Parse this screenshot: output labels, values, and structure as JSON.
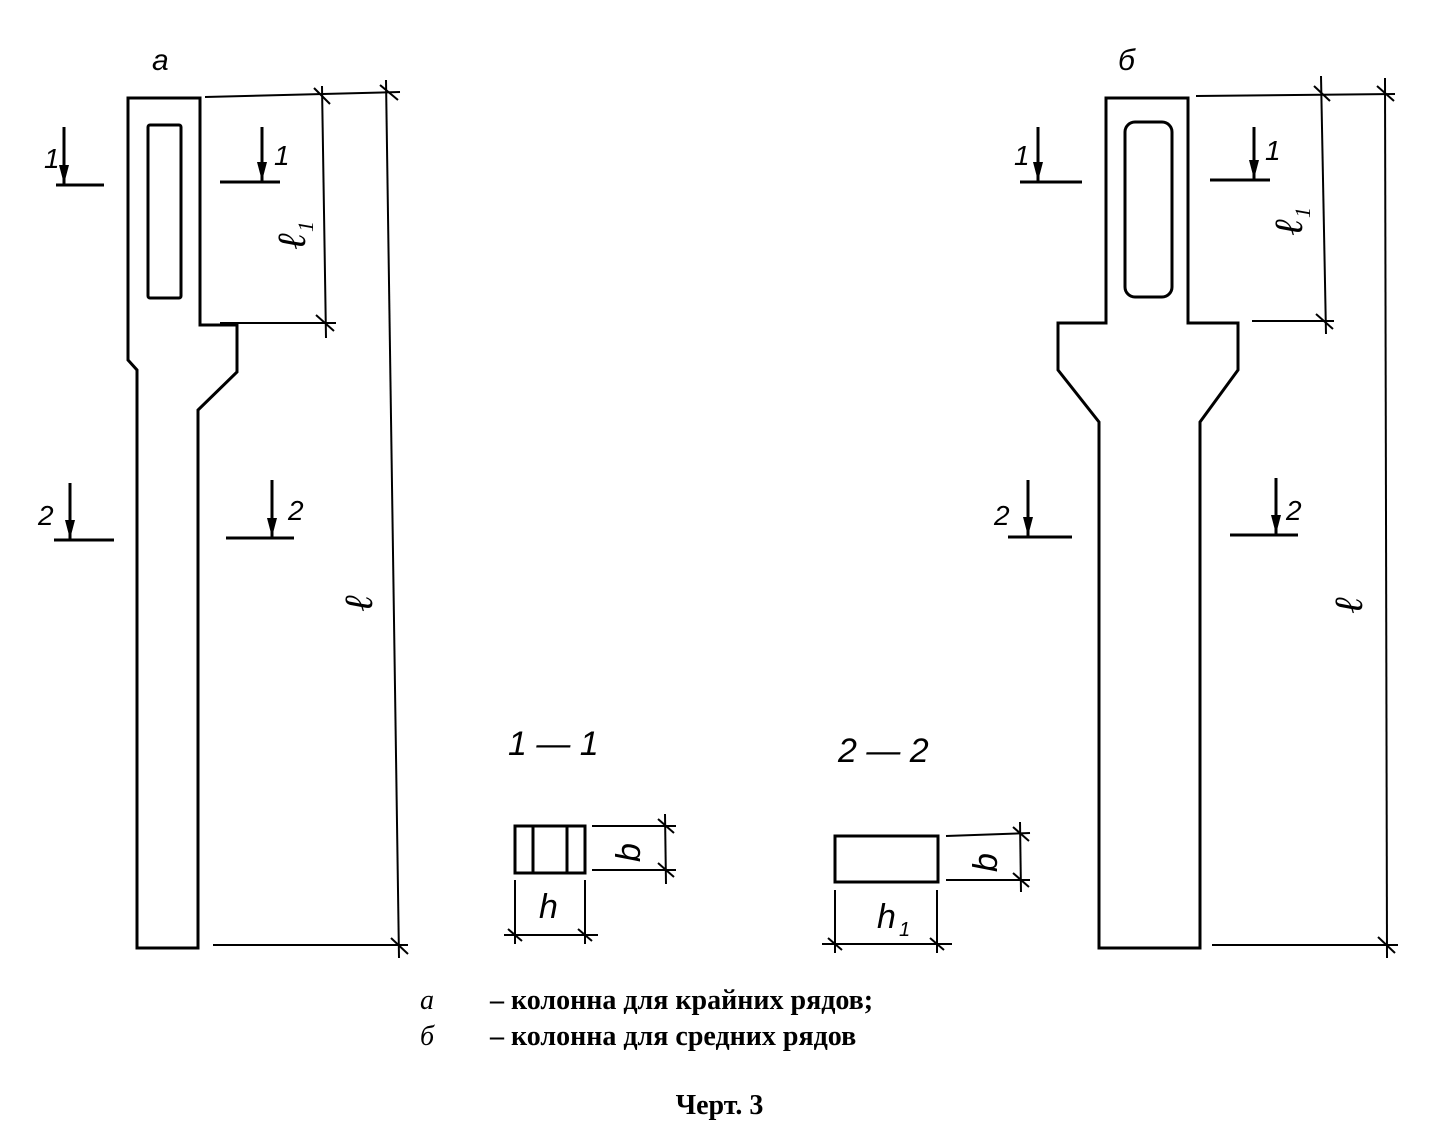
{
  "views": {
    "a": {
      "letter": "а",
      "length": "ℓ",
      "upper_length": "ℓ",
      "upper_length_sub": "1"
    },
    "b": {
      "letter": "б",
      "length": "ℓ",
      "upper_length": "ℓ",
      "upper_length_sub": "1"
    }
  },
  "cut_marks": {
    "first": "1",
    "second": "2"
  },
  "sections": {
    "s1": {
      "title": "1 — 1",
      "width": "h",
      "depth": "b"
    },
    "s2": {
      "title": "2 — 2",
      "width": "h",
      "width_sub": "1",
      "depth": "b"
    }
  },
  "legend": [
    {
      "key": "а",
      "text": "– колонна для крайних рядов;"
    },
    {
      "key": "б",
      "text": "– колонна для средних рядов"
    }
  ],
  "figure_title": "Черт. 3"
}
